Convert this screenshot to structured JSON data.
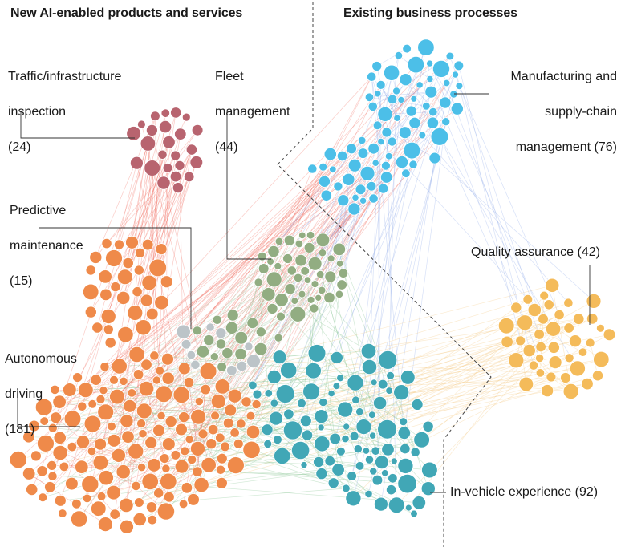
{
  "headers": {
    "left": "New AI-enabled products and services",
    "right": "Existing business processes"
  },
  "clusters": [
    {
      "id": "traffic",
      "name": "Traffic/infrastructure",
      "name2": "inspection",
      "count": "(24)",
      "color": "#b8646f"
    },
    {
      "id": "fleet",
      "name": "Fleet",
      "name2": "management",
      "count": "(44)",
      "color": "#92ad82"
    },
    {
      "id": "predictive",
      "name": "Predictive",
      "name2": "maintenance",
      "count": "(15)",
      "color": "#bcc4c8"
    },
    {
      "id": "autonomous",
      "name": "Autonomous",
      "name2": "driving",
      "count": "(181)",
      "color": "#ef8a4a"
    },
    {
      "id": "manufacturing",
      "name": "Manufacturing and",
      "name2": "supply-chain",
      "name3": "management (76)",
      "color": "#4cbfe8"
    },
    {
      "id": "quality",
      "name": "Quality assurance (42)",
      "color": "#f4bb5a"
    },
    {
      "id": "invehicle",
      "name": "In-vehicle experience (92)",
      "color": "#41a7b6"
    }
  ]
}
